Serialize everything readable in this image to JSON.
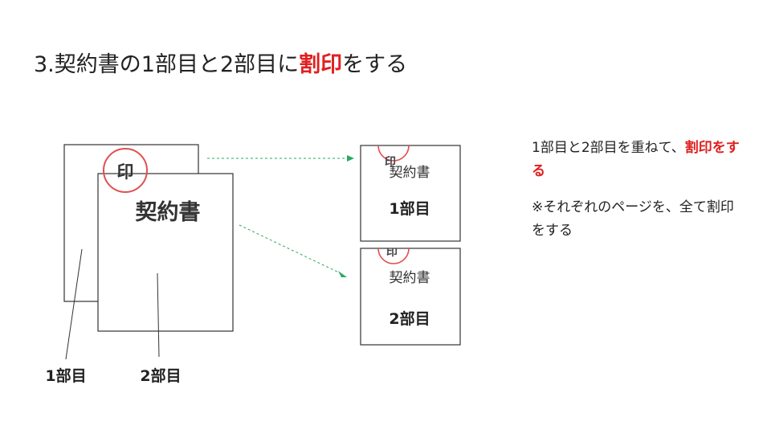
{
  "title": {
    "prefix": "3.契約書の1部目と2部目に",
    "highlight": "割印",
    "suffix": "をする"
  },
  "stamp_text": "印",
  "doc_title": "契約書",
  "labels": {
    "first": "1部目",
    "second": "2部目"
  },
  "description": {
    "line1_prefix": "1部目と2部目を重ねて、",
    "line1_highlight": "割印をする",
    "line2": "※それぞれのページを、全て割印をする"
  },
  "colors": {
    "stamp": "#e05050",
    "arrow": "#2aa860",
    "highlight": "#e02020"
  }
}
